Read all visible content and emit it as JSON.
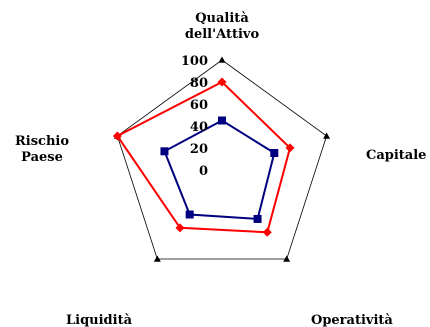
{
  "chart_data": {
    "type": "radar",
    "axes": [
      [
        "Qualità",
        "dell'Attivo"
      ],
      [
        "Capitale"
      ],
      [
        "Operatività"
      ],
      [
        "Liquidità"
      ],
      [
        "Rischio",
        "Paese"
      ]
    ],
    "rlim": [
      0,
      100
    ],
    "ticks": [
      "0",
      "20",
      "40",
      "60",
      "80",
      "100"
    ],
    "grid": false,
    "series": [
      {
        "color": "#ff0000",
        "marker": "diamond",
        "values": [
          80,
          65,
          70,
          65,
          100
        ]
      },
      {
        "color": "#000080",
        "marker": "square",
        "values": [
          45,
          50,
          55,
          50,
          55
        ]
      }
    ]
  }
}
